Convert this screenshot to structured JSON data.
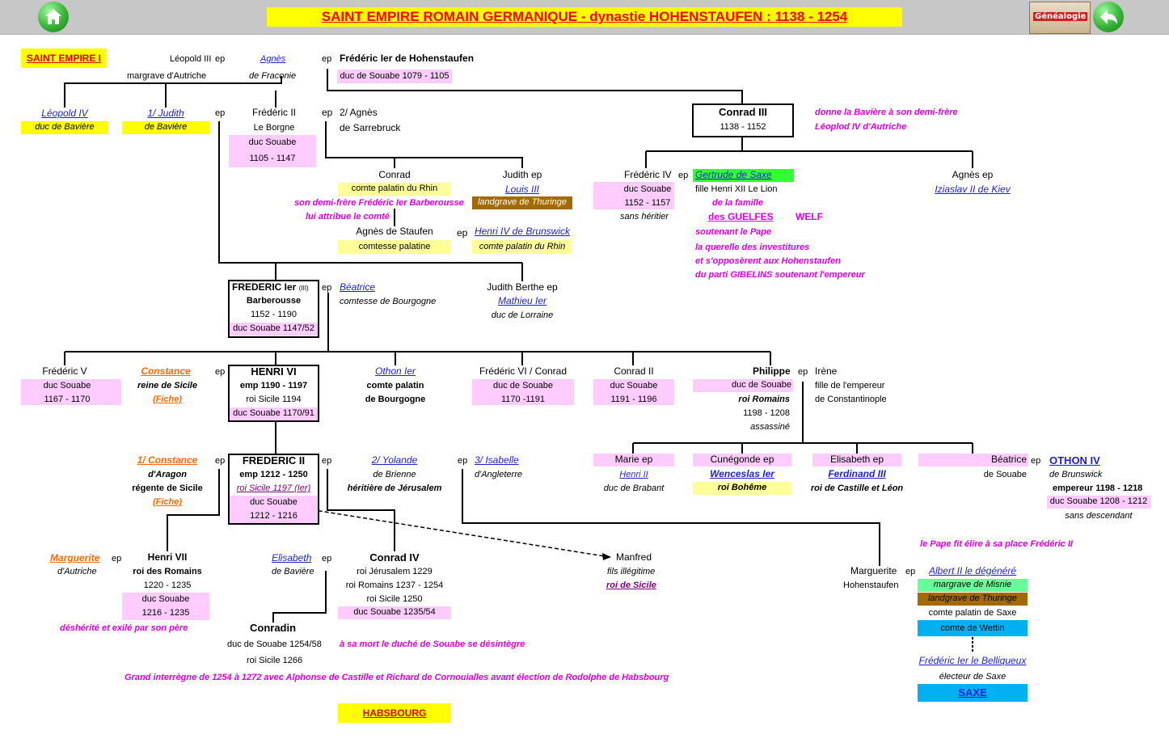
{
  "header": {
    "title": "SAINT EMPIRE ROMAIN GERMANIQUE - dynastie HOHENSTAUFEN : 1138 - 1254",
    "home_icon": "home-icon",
    "back_icon": "back-arrow-icon",
    "logo_label": "Généalogie"
  },
  "colors": {
    "header_bg": "#c7c7c7",
    "title_bg": "#ffff00",
    "title_text": "#ff0000",
    "note_magenta": "#e000e0",
    "link_blue": "#1f1fd6",
    "link_orange": "#ff6a00",
    "pink_box": "#ffccff",
    "yellow_box": "#ffff99"
  },
  "row0": {
    "saint_empire": "SAINT EMPIRE I",
    "leopold3": "Léopold III",
    "ep1": "ep",
    "leopold3_t": "margrave d'Autriche",
    "agnes": "Agnès",
    "ep2": "ep",
    "agnes_t": "de Fraconie",
    "frederic1": "Frédéric Ier de Hohenstaufen",
    "frederic1_t": "duc de Souabe 1079 - 1105"
  },
  "row1": {
    "leopold4": "Léopold IV",
    "leopold4_t": "duc de Bavière",
    "judith": "1/ Judith",
    "judith_t": "de Bavière",
    "ep": "ep",
    "frederic2": "Frédéric II",
    "frederic2_sub": "Le Borgne",
    "frederic2_t1": "duc Souabe",
    "frederic2_t2": "1105 - 1147",
    "ep2": "ep",
    "agnes2": "2/ Agnès",
    "agnes2_t": "de Sarrebruck",
    "conrad3": "Conrad III",
    "conrad3_t": "1138 - 1152",
    "note1": "donne la Bavière à son demi-frère",
    "note2": "Léoplod IV d'Autriche"
  },
  "row2": {
    "conrad": "Conrad",
    "conrad_t": "comte palatin du Rhin",
    "judith": "Judith ep",
    "louis3": "Louis III",
    "louis3_t": "landgrave de Thuringe",
    "note1": "son demi-frère Frédéric Ier Barberousse",
    "note2": "lui attribue le comté",
    "agnes_st": "Agnès de Staufen",
    "agnes_st_t": "comtesse palatine",
    "ep": "ep",
    "henri4": "Henri IV de Brunswick",
    "henri4_t": "comte palatin du Rhin",
    "frederic4": "Frédéric IV",
    "ep2": "ep",
    "frederic4_t1": "duc Souabe",
    "frederic4_t2": "1152 - 1157",
    "frederic4_t3": "sans héritier",
    "gertrude": "Gertrude de Saxe",
    "gertrude_t1": "fille Henri XII Le Lion",
    "gertrude_t2": "de la  famille",
    "guelfes": "des GUELFES",
    "welf": "WELF",
    "pape1": "soutenant le Pape",
    "pape2": "la querelle des investitures",
    "pape3": "et s'opposèrent aux Hohenstaufen",
    "pape4": "du parti GIBELINS soutenant l'empereur",
    "agnes_ep": "Agnès ep",
    "iziaslav": "Iziaslav II de Kiev"
  },
  "row3": {
    "fred_barb": "FREDERIC Ier",
    "fred_barb_sup": "(III)",
    "barberousse": "Barberousse",
    "fb_t1": "1152 - 1190",
    "fb_t2": "duc Souabe 1147/52",
    "ep": "ep",
    "beatrice": "Béatrice",
    "beatrice_t": "comtesse de Bourgogne",
    "judith_b": "Judith Berthe ep",
    "mathieu": "Mathieu Ier",
    "mathieu_t": "duc de Lorraine"
  },
  "row4": {
    "frederic5": "Frédéric V",
    "frederic5_t1": "duc Souabe",
    "frederic5_t2": "1167 - 1170",
    "constance": "Constance",
    "constance_t": "reine de Sicile",
    "fiche1": "(Fiche)",
    "ep": "ep",
    "henri6": "HENRI VI",
    "henri6_t1": "emp 1190 - 1197",
    "henri6_t2": "roi Sicile 1194",
    "henri6_t3": "duc Souabe 1170/91",
    "othon1": "Othon Ier",
    "othon1_t1": "comte palatin",
    "othon1_t2": "de Bourgogne",
    "fred6": "Frédéric VI / Conrad",
    "fred6_t1": "duc de Souabe",
    "fred6_t2": "1170 -1191",
    "conrad2": "Conrad II",
    "conrad2_t1": "duc Souabe",
    "conrad2_t2": "1191 - 1196",
    "philippe": "Philippe",
    "philippe_t1": "duc de Souabe",
    "philippe_t2": "roi Romains",
    "philippe_t3": "1198 - 1208",
    "philippe_t4": "assassiné",
    "ep2": "ep",
    "irene": "Irène",
    "irene_t1": "fille de l'empereur",
    "irene_t2": "de Constantinople"
  },
  "row5": {
    "constance1": "1/ Constance",
    "constance1_t1": "d'Aragon",
    "constance1_t2": "régente de Sicile",
    "fiche2": "(Fiche)",
    "ep": "ep",
    "fred2": "FREDERIC II",
    "fred2_t1": "emp 1212 - 1250",
    "fred2_t2": "roi Sicile 1197 (Ier)",
    "fred2_t3": "duc Souabe",
    "fred2_t4": "1212 - 1216",
    "ep2": "ep",
    "yolande": "2/ Yolande",
    "yolande_t1": "de Brienne",
    "yolande_t2": "héritière de Jérusalem",
    "ep3": "ep",
    "isabelle": "3/ Isabelle",
    "isabelle_t": "d'Angleterre",
    "marie": "Marie ep",
    "henri2": "Henri II",
    "henri2_t": "duc de Brabant",
    "cunegonde": "Cunégonde ep",
    "wenceslas": "Wenceslas Ier",
    "wenceslas_t": "roi Bohême",
    "elisabeth": "Elisabeth ep",
    "ferdinand": "Ferdinand III",
    "ferdinand_t": "roi de Castille et Léon",
    "beatrice2": "Béatrice",
    "beatrice2_t": "de Souabe",
    "ep4": "ep",
    "othon4": "OTHON IV",
    "othon4_t1": "de Brunswick",
    "othon4_t2": "empereur 1198 - 1218",
    "othon4_t3": "duc Souabe 1208 - 1212",
    "othon4_t4": "sans descendant",
    "pape_note": "le Pape fit élire à sa place Frédéric II"
  },
  "row6": {
    "marguerite": "Marguerite",
    "marguerite_t": "d'Autriche",
    "ep": "ep",
    "henri7": "Henri VII",
    "henri7_t1": "roi des Romains",
    "henri7_t2": "1220 - 1235",
    "henri7_t3": "duc Souabe",
    "henri7_t4": "1216 - 1235",
    "henri7_note": "déshérité et exilé par son père",
    "elisabeth": "Elisabeth",
    "elisabeth_t": "de Bavière",
    "ep2": "ep",
    "conrad4": "Conrad IV",
    "conrad4_t1": "roi Jérusalem 1229",
    "conrad4_t2": "roi Romains 1237 - 1254",
    "conrad4_t3": "roi Sicile 1250",
    "conrad4_t4": "duc Souabe 1235/54",
    "manfred": "Manfred",
    "manfred_t1": "fils illégitime",
    "manfred_t2": "roi de Sicile",
    "marguerite2": "Marguerite",
    "marguerite2_t": "Hohenstaufen",
    "ep3": "ep",
    "albert": "Albert II le dégénéré",
    "albert_t1": "margrave de Misnie",
    "albert_t2": "landgrave de Thuringe",
    "albert_t3": "comte palatin de Saxe",
    "albert_t4": "comte de Wettin",
    "conradin": "Conradin",
    "conradin_t1": "duc de Souabe 1254/58",
    "conradin_t2": "roi Sicile 1266",
    "conradin_note": "à sa mort le duché de Souabe se désintègre",
    "frederic_b": "Frédéric Ier le Belliqueux",
    "frederic_b_t": "électeur de Saxe",
    "saxe": "SAXE",
    "interregne": "Grand interrègne de 1254 à 1272 avec Alphonse de Castille et Richard de Cornouialles avant élection de Rodolphe de Habsbourg",
    "habsbourg": "HABSBOURG"
  }
}
